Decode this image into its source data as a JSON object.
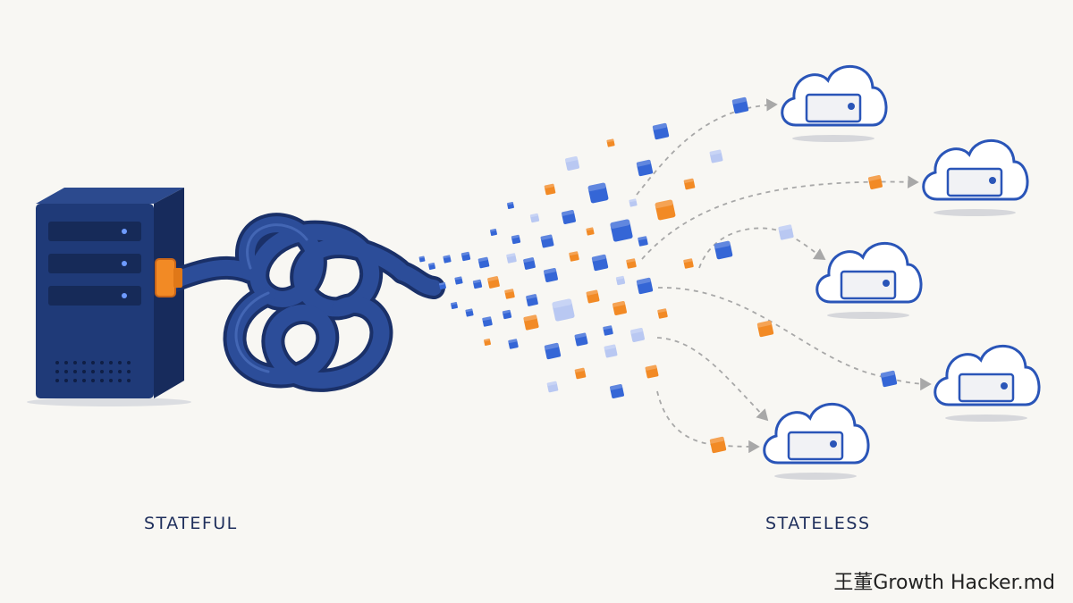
{
  "labels": {
    "left": "STATEFUL",
    "right": "STATELESS"
  },
  "watermark": "王董Growth Hacker.md",
  "colors": {
    "background": "#f8f7f3",
    "navy": "#1f3a78",
    "navy_dark": "#172b5c",
    "blue": "#3566d6",
    "orange": "#f28a25",
    "pale_blue": "#b9c8f2",
    "cloud_stroke": "#2a55b8",
    "arrow": "#a8a8a8"
  },
  "icons": {
    "server": "server-tower-icon",
    "cable": "tangled-cable-icon",
    "plug": "power-plug-icon",
    "cloud": "cloud-server-icon",
    "cube": "data-cube-icon"
  }
}
